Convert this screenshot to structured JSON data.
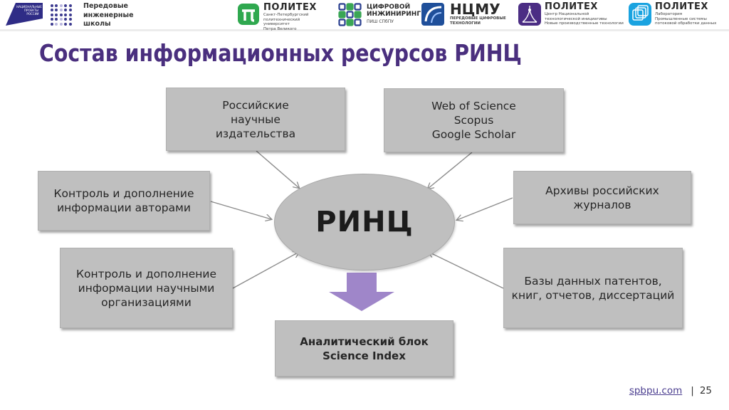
{
  "header": {
    "program_logo": {
      "icon": "national-projects-russia-logo",
      "text_lines": [
        "НАЦИОНАЛЬНЫЕ",
        "ПРОЕКТЫ",
        "РОССИИ"
      ]
    },
    "pis": {
      "icon": "dots-grid-icon",
      "lines": [
        "Передовые",
        "инженерные",
        "школы"
      ]
    },
    "partners": [
      {
        "icon": "polytech-pi-icon",
        "title": "ПОЛИТЕХ",
        "sub": [
          "Санкт-Петербургский",
          "политехнический университет",
          "Петра Великого"
        ],
        "color": "#2fa84f"
      },
      {
        "icon": "digital-engineering-grid-icon",
        "title": "ЦИФРОВОЙ\nИНЖИНИРИНГ",
        "sub": [
          "ПИШ СПбПУ"
        ],
        "color": "#2a3f8f"
      },
      {
        "icon": "ncmu-globe-icon",
        "title": "НЦМУ",
        "sub": [
          "ПЕРЕДОВЫЕ ЦИФРОВЫЕ",
          "ТЕХНОЛОГИИ"
        ],
        "color": "#1f4f9a"
      },
      {
        "icon": "nti-tower-icon",
        "title": "ПОЛИТЕХ",
        "sub": [
          "Центр Национальной",
          "технологической инициативы",
          "Новые производственные технологии"
        ],
        "color": "#4b2d84"
      },
      {
        "icon": "data-lab-layers-icon",
        "title": "ПОЛИТЕХ",
        "sub": [
          "Лаборатория",
          "Промышленные системы",
          "потоковой обработки данных"
        ],
        "color": "#1aa3e0"
      }
    ]
  },
  "slide": {
    "title": "Состав информационных ресурсов РИНЦ",
    "center": "РИНЦ",
    "sources": {
      "top_left": "Российские\nнаучные\nиздательства",
      "top_right": "Web of Science\nScopus\nGoogle Scholar",
      "mid_left": "Контроль и дополнение\nинформации авторами",
      "mid_right": "Архивы российских\nжурналов",
      "bottom_left": "Контроль и дополнение\nинформации научными\nорганизациями",
      "bottom_right": "Базы данных патентов,\nкниг, отчетов, диссертаций"
    },
    "output": "Аналитический блок\nScience Index",
    "colors": {
      "box": "#bfbfbf",
      "arrow_line": "#8c8c8c",
      "down_arrow": "#9f86c9",
      "title": "#4a2f7e"
    }
  },
  "footer": {
    "link": "spbpu.com",
    "separator": "|",
    "page_number": "25"
  }
}
